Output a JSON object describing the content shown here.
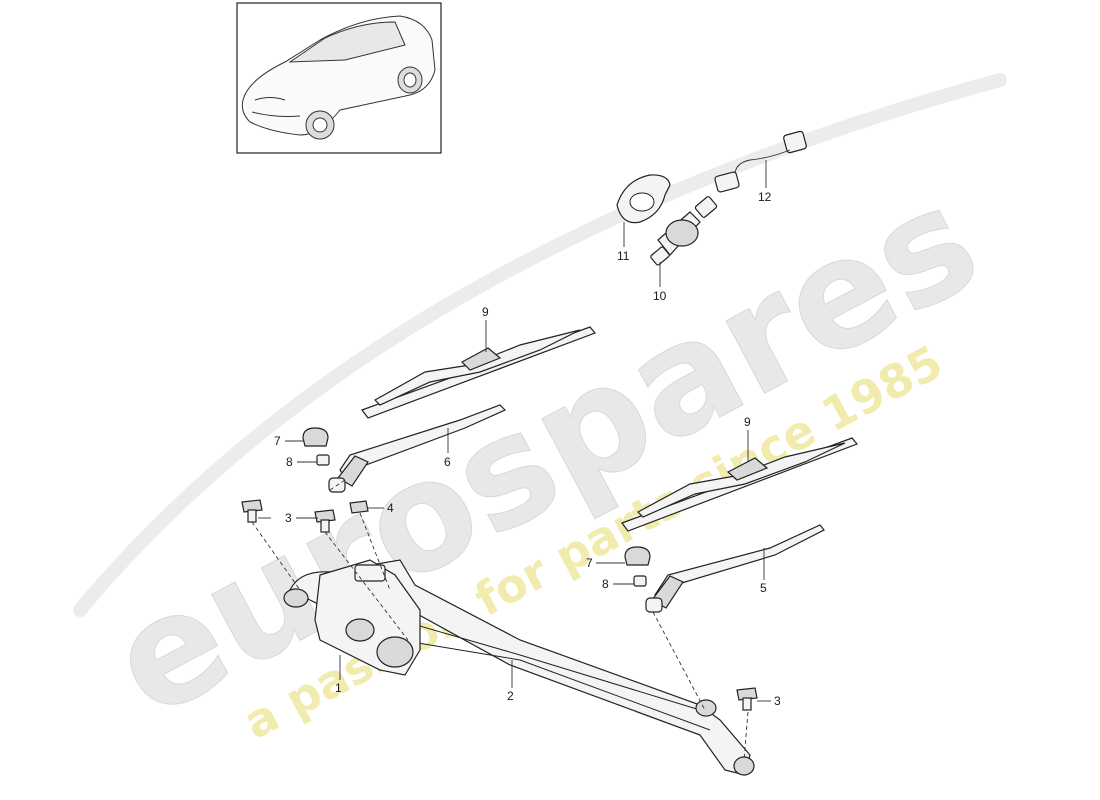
{
  "watermark": {
    "brand": "eurospares",
    "tagline": "a passion for parts since 1985",
    "brand_color": "#e6e6e6",
    "tagline_color": "#f3eeaa"
  },
  "thumbnail": {
    "subject": "car-overview",
    "icon": "car-icon"
  },
  "callouts": {
    "c1": "1",
    "c2": "2",
    "c3a": "3",
    "c3b": "3",
    "c4": "4",
    "c5": "5",
    "c6": "6",
    "c7a": "7",
    "c7b": "7",
    "c8a": "8",
    "c8b": "8",
    "c9a": "9",
    "c9b": "9",
    "c10": "10",
    "c11": "11",
    "c12": "12"
  }
}
